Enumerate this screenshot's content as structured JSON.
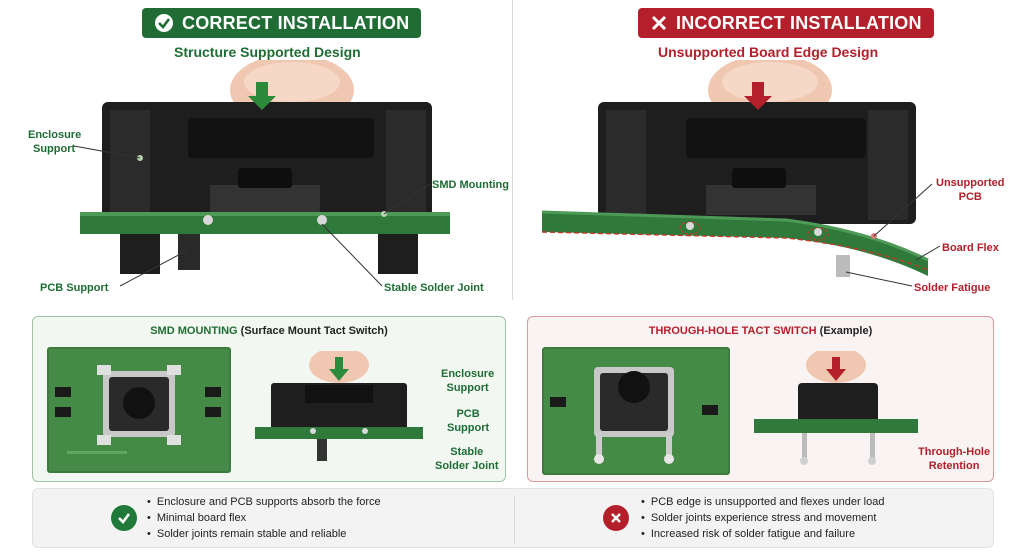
{
  "correct": {
    "title": "CORRECT INSTALLATION",
    "subtitle": "Structure Supported Design",
    "labels": {
      "enclosure_support": [
        "Enclosure",
        "Support"
      ],
      "smd_mounting": "SMD Mounting",
      "pcb_support": "PCB Support",
      "stable_solder_joint": "Stable Solder Joint"
    }
  },
  "incorrect": {
    "title": "INCORRECT INSTALLATION",
    "subtitle": "Unsupported Board Edge Design",
    "labels": {
      "unsupported_pcb": [
        "Unsupported",
        "PCB"
      ],
      "board_flex": "Board Flex",
      "solder_fatigue": "Solder Fatigue"
    }
  },
  "smd_panel": {
    "title": "SMD MOUNTING",
    "title_sub": "(Surface Mount Tact Switch)",
    "labels": {
      "enclosure_support": [
        "Enclosure",
        "Support"
      ],
      "pcb_support": [
        "PCB",
        "Support"
      ],
      "stable_solder_joint": [
        "Stable",
        "Solder Joint"
      ]
    }
  },
  "th_panel": {
    "title": "THROUGH-HOLE TACT SWITCH",
    "title_sub": "(Example)",
    "labels": {
      "through_hole_retention": [
        "Through-Hole",
        "Retention"
      ]
    }
  },
  "summary": {
    "good": [
      "Enclosure and PCB supports absorb the force",
      "Minimal board flex",
      "Solder joints remain stable and reliable"
    ],
    "bad": [
      "PCB edge is unsupported and flexes under load",
      "Solder joints experience stress and movement",
      "Increased risk of solder fatigue and failure"
    ]
  },
  "colors": {
    "good": "#1f6d34",
    "bad": "#b3202b",
    "pcb": "#2f7a3a",
    "housing": "#1e1e1e"
  }
}
